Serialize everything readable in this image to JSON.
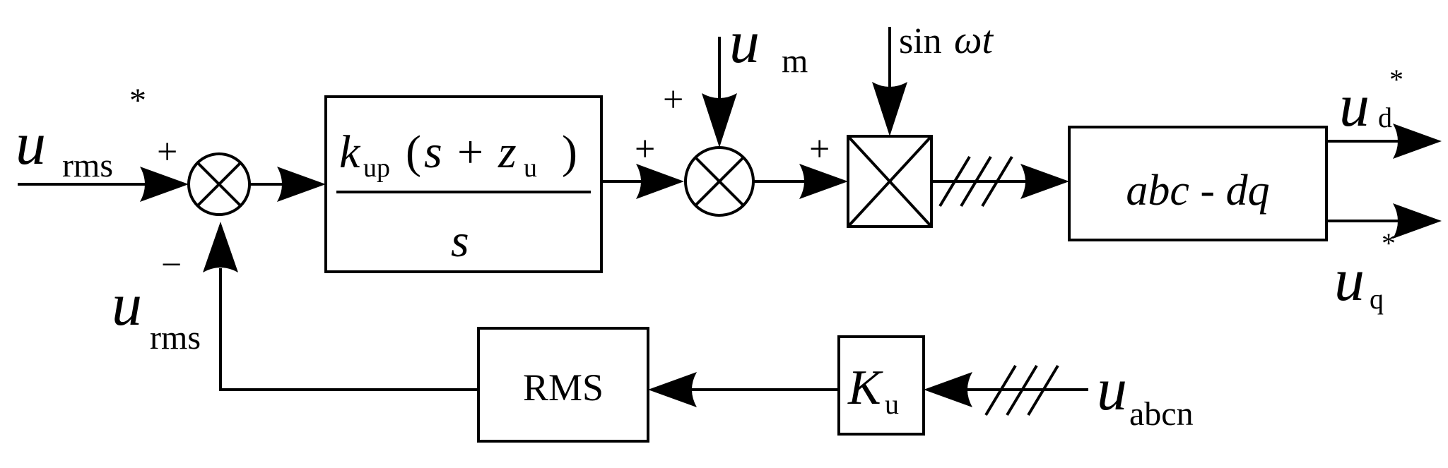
{
  "signals": {
    "u": "u",
    "rms_sub": "rms",
    "star": "*",
    "m_sub": "m",
    "sin": "sin",
    "omega_t": "ωt",
    "d_sub": "d",
    "q_sub": "q",
    "abcn_sub": "abcn"
  },
  "signs": {
    "plus": "+",
    "minus": "−"
  },
  "blocks": {
    "pi_k": "k",
    "pi_k_sub": "up",
    "pi_open": "(",
    "pi_s": "s",
    "pi_plus": "+",
    "pi_z": "z",
    "pi_z_sub": "u",
    "pi_close": ")",
    "pi_den": "s",
    "abc_dq": "abc - dq",
    "rms": "RMS",
    "gain": "K",
    "gain_sub": "u"
  }
}
